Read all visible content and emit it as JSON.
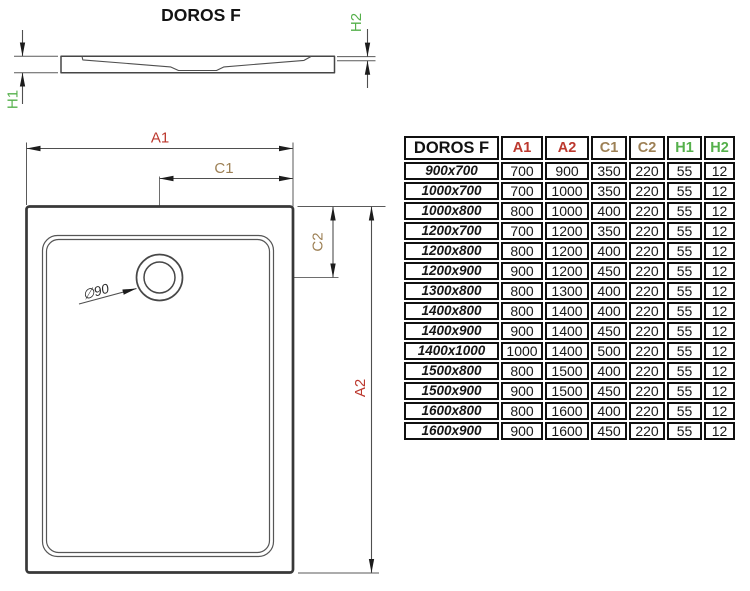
{
  "title": "DOROS F",
  "colors": {
    "red": "#bc382e",
    "tan": "#9d8055",
    "green": "#55b04b",
    "ink": "#1a1a1a"
  },
  "side_view": {
    "h1_label": "H1",
    "h2_label": "H2"
  },
  "top_view": {
    "a1_label": "A1",
    "c1_label": "C1",
    "c2_label": "C2",
    "a2_label": "A2",
    "drain_label": "∅90"
  },
  "table": {
    "header": {
      "model": "DOROS F"
    },
    "columns": [
      {
        "label": "A1",
        "color": "red"
      },
      {
        "label": "A2",
        "color": "red"
      },
      {
        "label": "C1",
        "color": "tan"
      },
      {
        "label": "C2",
        "color": "tan"
      },
      {
        "label": "H1",
        "color": "green"
      },
      {
        "label": "H2",
        "color": "green"
      }
    ],
    "rows": [
      {
        "size": "900x700",
        "values": [
          700,
          900,
          350,
          220,
          55,
          12
        ]
      },
      {
        "size": "1000x700",
        "values": [
          700,
          1000,
          350,
          220,
          55,
          12
        ]
      },
      {
        "size": "1000x800",
        "values": [
          800,
          1000,
          400,
          220,
          55,
          12
        ]
      },
      {
        "size": "1200x700",
        "values": [
          700,
          1200,
          350,
          220,
          55,
          12
        ]
      },
      {
        "size": "1200x800",
        "values": [
          800,
          1200,
          400,
          220,
          55,
          12
        ]
      },
      {
        "size": "1200x900",
        "values": [
          900,
          1200,
          450,
          220,
          55,
          12
        ]
      },
      {
        "size": "1300x800",
        "values": [
          800,
          1300,
          400,
          220,
          55,
          12
        ]
      },
      {
        "size": "1400x800",
        "values": [
          800,
          1400,
          400,
          220,
          55,
          12
        ]
      },
      {
        "size": "1400x900",
        "values": [
          900,
          1400,
          450,
          220,
          55,
          12
        ]
      },
      {
        "size": "1400x1000",
        "values": [
          1000,
          1400,
          500,
          220,
          55,
          12
        ]
      },
      {
        "size": "1500x800",
        "values": [
          800,
          1500,
          400,
          220,
          55,
          12
        ]
      },
      {
        "size": "1500x900",
        "values": [
          900,
          1500,
          450,
          220,
          55,
          12
        ]
      },
      {
        "size": "1600x800",
        "values": [
          800,
          1600,
          400,
          220,
          55,
          12
        ]
      },
      {
        "size": "1600x900",
        "values": [
          900,
          1600,
          450,
          220,
          55,
          12
        ]
      }
    ]
  }
}
